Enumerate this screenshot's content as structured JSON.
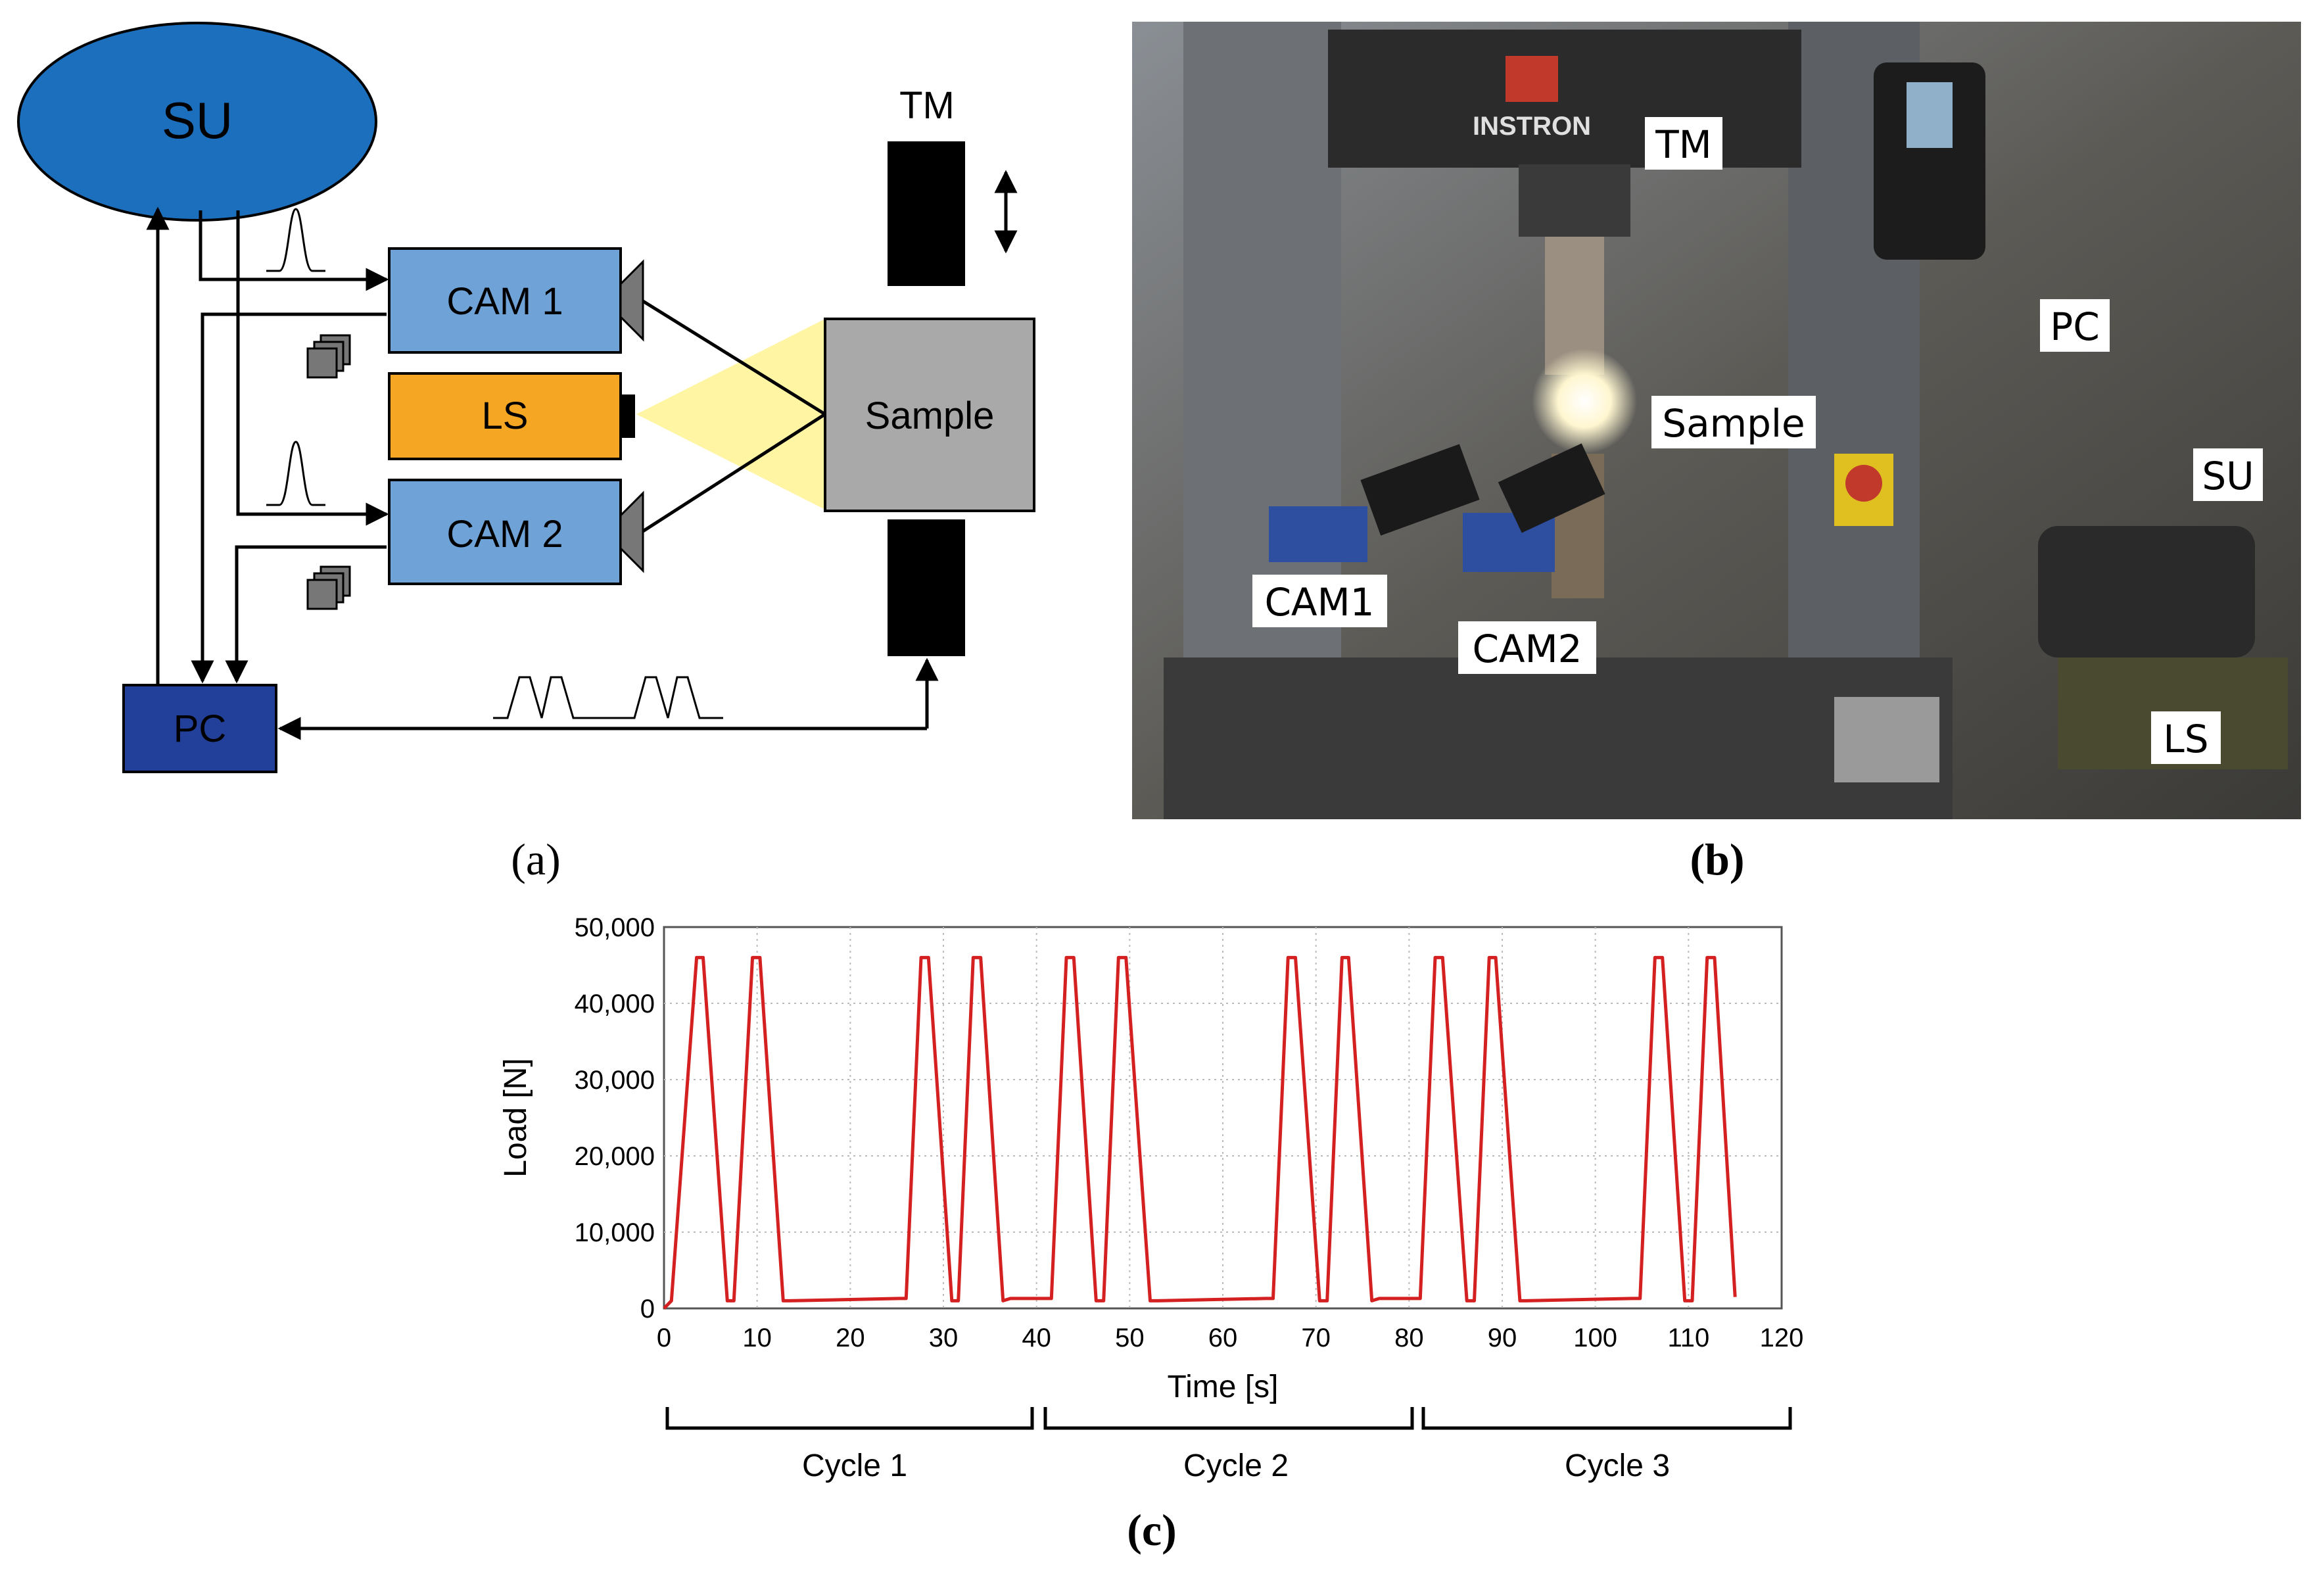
{
  "panel_a": {
    "label": "(a)",
    "nodes": {
      "su": "SU",
      "cam1": "CAM 1",
      "ls": "LS",
      "cam2": "CAM 2",
      "sample": "Sample",
      "tm": "TM",
      "pc": "PC"
    },
    "colors": {
      "su": "#1b6fbd",
      "cam": "#6fa3d8",
      "ls": "#f5a623",
      "sample": "#a9a9a9",
      "pc": "#22409a",
      "light_beam": "#fff5a3"
    }
  },
  "panel_b": {
    "label": "(b)",
    "brand": "INSTRON",
    "labels": {
      "tm": "TM",
      "sample": "Sample",
      "pc": "PC",
      "su": "SU",
      "cam1": "CAM1",
      "cam2": "CAM2",
      "ls": "LS"
    }
  },
  "panel_c": {
    "label": "(c)",
    "cycles": [
      "Cycle 1",
      "Cycle 2",
      "Cycle 3"
    ]
  },
  "chart_data": {
    "type": "line",
    "xlabel": "Time [s]",
    "ylabel": "Load [N]",
    "xlim": [
      0,
      120
    ],
    "ylim": [
      0,
      50000
    ],
    "xticks": [
      0,
      10,
      20,
      30,
      40,
      50,
      60,
      70,
      80,
      90,
      100,
      110,
      120
    ],
    "yticks": [
      "0",
      "10,000",
      "20,000",
      "30,000",
      "40,000",
      "50,000"
    ],
    "grid": true,
    "line_color": "#d42020",
    "series": [
      {
        "x": [
          0,
          0.8,
          3.5,
          4.2,
          6.8,
          7.5,
          9.5,
          10.3,
          12.8,
          13.5,
          25.3,
          26.0,
          27.6,
          28.4,
          30.9,
          31.6,
          33.2,
          34.0,
          36.4,
          37.2,
          40.8,
          41.6,
          43.2,
          44.0,
          46.4,
          47.2,
          48.8,
          49.6,
          52.2,
          53.0,
          64.6,
          65.4,
          67.0,
          67.8,
          70.4,
          71.2,
          72.8,
          73.5,
          76.0,
          76.8,
          80.4,
          81.2,
          82.8,
          83.6,
          86.2,
          87.0,
          88.6,
          89.3,
          91.9,
          92.6,
          104.0,
          104.8,
          106.4,
          107.2,
          109.6,
          110.4,
          112.0,
          112.8,
          115.0
        ],
        "y": [
          0,
          1000,
          46000,
          46000,
          1000,
          1000,
          46000,
          46000,
          1000,
          1000,
          1300,
          1300,
          46000,
          46000,
          1000,
          1000,
          46000,
          46000,
          1000,
          1300,
          1300,
          1300,
          46000,
          46000,
          1000,
          1000,
          46000,
          46000,
          1000,
          1000,
          1300,
          1300,
          46000,
          46000,
          1000,
          1000,
          46000,
          46000,
          1000,
          1300,
          1300,
          1300,
          46000,
          46000,
          1000,
          1000,
          46000,
          46000,
          1000,
          1000,
          1300,
          1300,
          46000,
          46000,
          1000,
          1000,
          46000,
          46000,
          1500
        ]
      }
    ]
  }
}
